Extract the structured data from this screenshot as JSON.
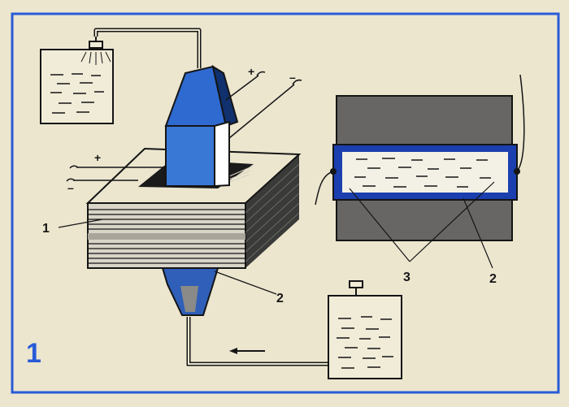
{
  "figure": {
    "number": "1",
    "border_color": "#2a5bd7"
  },
  "labels": {
    "part_1": "1",
    "part_2_main": "2",
    "part_2_section": "2",
    "part_3": "3",
    "plus_top": "+",
    "minus_top": "–",
    "plus_left": "+",
    "minus_left": "–"
  },
  "colors": {
    "paper": "#ece6cf",
    "ink": "#151515",
    "electrode_blue": "#3a78d6",
    "electrode_dark": "#10306e",
    "plate_gray": "#676665",
    "frame_blue": "#1b3fae"
  },
  "icons": {
    "top_tank": "water-tank-icon",
    "bottom_tank": "water-tank-icon",
    "flow": "arrow-left-icon"
  }
}
